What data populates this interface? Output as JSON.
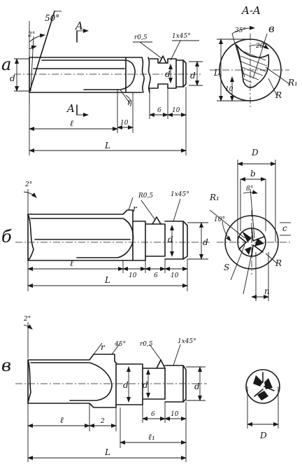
{
  "variant_a": {
    "marker": "а",
    "section_title": "A-A",
    "angle_50": "50°",
    "angle_2": "2°",
    "cut_a_top": "A",
    "cut_a_bottom": "A",
    "radius": "r0,5",
    "chamfer": "1x45°",
    "dim_d": "d",
    "dim_l": "ℓ",
    "dim_L": "L",
    "dim_6": "6",
    "dim_10a": "10",
    "dim_10b": "10",
    "r_label": "r",
    "sec_angle_35": "35°",
    "sec_angle_20": "20°",
    "sec_b": "в",
    "sec_D": "D",
    "sec_10": "10",
    "sec_R": "R",
    "sec_R1": "R₁"
  },
  "variant_b": {
    "marker": "б",
    "angle_2": "2°",
    "r_label": "r",
    "radius": "R0,5",
    "chamfer": "1x45°",
    "dim_d1": "d",
    "dim_d2": "d",
    "dim_l": "ℓ",
    "dim_L": "L",
    "dim_10a": "10",
    "dim_6": "6",
    "dim_10b": "10",
    "sec_D": "D",
    "sec_b": "b",
    "sec_8": "8°",
    "sec_R1": "R₁",
    "sec_10": "10°",
    "sec_c": "c",
    "sec_S": "S",
    "sec_R": "R",
    "sec_n": "n"
  },
  "variant_v": {
    "marker": "в",
    "angle_2": "2°",
    "r_label": "r",
    "angle_45": "45°",
    "radius": "r0,5",
    "chamfer": "1x45°",
    "dim_d1": "d",
    "dim_d2": "d",
    "dim_d3": "d",
    "dim_l": "ℓ",
    "dim_2": "2",
    "dim_6": "6",
    "dim_10": "10",
    "dim_l1": "ℓ₁",
    "dim_L": "L",
    "sec_D": "D"
  }
}
